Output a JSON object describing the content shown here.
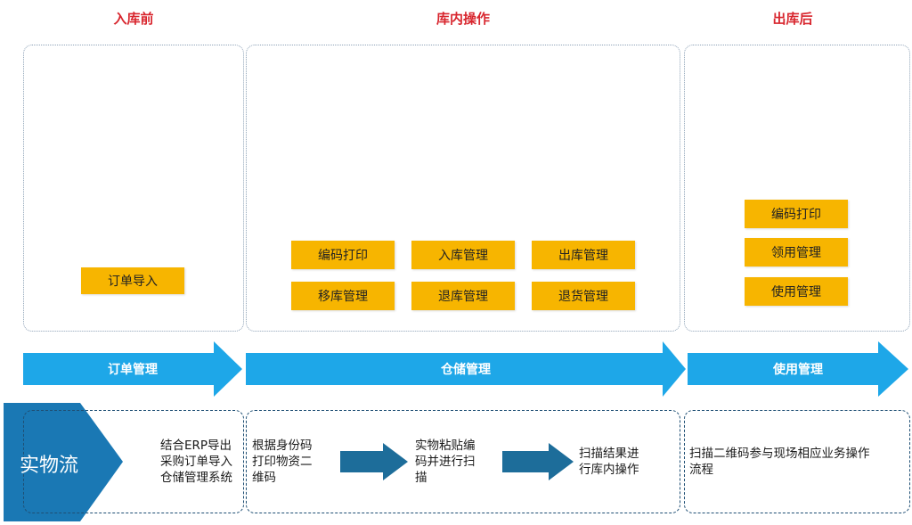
{
  "phases": {
    "before": "入库前",
    "during": "库内操作",
    "after": "出库后"
  },
  "panels": {
    "before_buttons": [
      "订单导入"
    ],
    "during_buttons": [
      "编码打印",
      "入库管理",
      "出库管理",
      "移库管理",
      "退库管理",
      "退货管理"
    ],
    "after_buttons": [
      "编码打印",
      "领用管理",
      "使用管理"
    ]
  },
  "stages": [
    "订单管理",
    "仓储管理",
    "使用管理"
  ],
  "flow_label": "实物流",
  "descriptions": {
    "before": [
      "结合ERP导出",
      "采购订单导入",
      "仓储管理系统"
    ],
    "step1": [
      "根据身份码",
      "打印物资二",
      "维码"
    ],
    "step2": [
      "实物粘贴编",
      "码并进行扫",
      "描"
    ],
    "step3": [
      "扫描结果进",
      "行库内操作"
    ],
    "after": [
      "扫描二维码参与现场相应业务操作",
      "流程"
    ]
  },
  "colors": {
    "phase_title": "#d8262e",
    "button": "#f7b500",
    "arrow": "#1ea7e8",
    "flow_banner": "#1a78b4",
    "small_arrow": "#1d6d9a"
  },
  "icons": [
    "delivery-truck-icon",
    "forklift-icon",
    "conveyor-worker-icon"
  ]
}
